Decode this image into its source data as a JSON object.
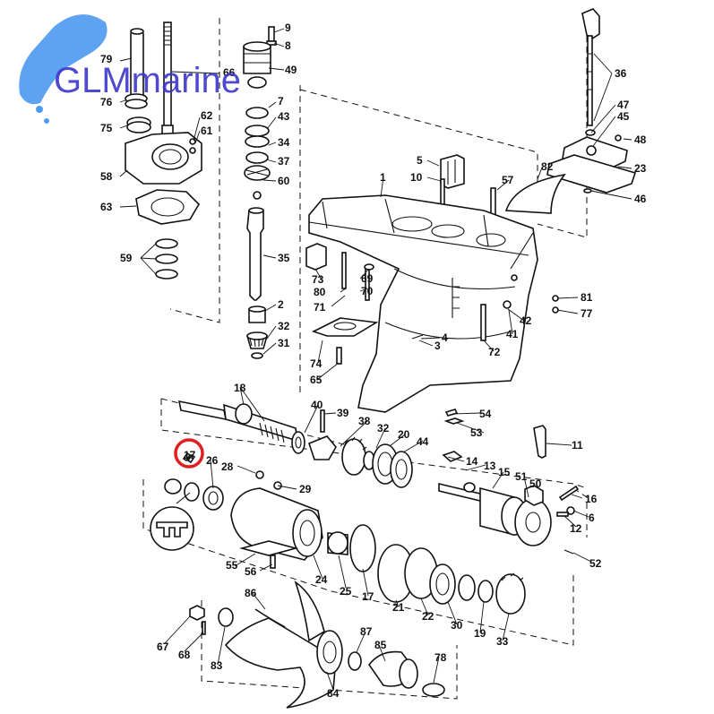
{
  "watermark": {
    "text": "GLMmarine",
    "color": "#3b36c9",
    "blob_color": "#4f9bf0"
  },
  "highlight": {
    "color": "#e02020",
    "part": "17"
  },
  "callouts": {
    "c79": "79",
    "c66": "66",
    "c9": "9",
    "c8": "8",
    "c49": "49",
    "c76": "76",
    "c7": "7",
    "c43": "43",
    "c75": "75",
    "c62": "62",
    "c61": "61",
    "c34": "34",
    "c58": "58",
    "c37": "37",
    "c60": "60",
    "c63": "63",
    "c35": "35",
    "c59": "59",
    "c2": "2",
    "c32a": "32",
    "c31": "31",
    "c36": "36",
    "c47": "47",
    "c45": "45",
    "c48": "48",
    "c82": "82",
    "c23": "23",
    "c46": "46",
    "c5": "5",
    "c10": "10",
    "c1": "1",
    "c57": "57",
    "c73": "73",
    "c69": "69",
    "c80": "80",
    "c70": "70",
    "c71": "71",
    "c81": "81",
    "c77": "77",
    "c42": "42",
    "c4": "4",
    "c3": "3",
    "c41": "41",
    "c72": "72",
    "c74": "74",
    "c65": "65",
    "c18": "18",
    "c40": "40",
    "c39": "39",
    "c38": "38",
    "c32b": "32",
    "c20": "20",
    "c44": "44",
    "c54": "54",
    "c53": "53",
    "c11": "11",
    "c17a": "17",
    "c26": "26",
    "c28": "28",
    "c29": "29",
    "c14": "14",
    "c13": "13",
    "c15": "15",
    "c51": "51",
    "c50": "50",
    "c16": "16",
    "c6": "6",
    "c12": "12",
    "c55": "55",
    "c56": "56",
    "c24": "24",
    "c25": "25",
    "c17b": "17",
    "c21": "21",
    "c22": "22",
    "c30": "30",
    "c19": "19",
    "c33": "33",
    "c52": "52",
    "c86": "86",
    "c67": "67",
    "c68": "68",
    "c83": "83",
    "c87": "87",
    "c85": "85",
    "c78": "78",
    "c84": "84"
  }
}
